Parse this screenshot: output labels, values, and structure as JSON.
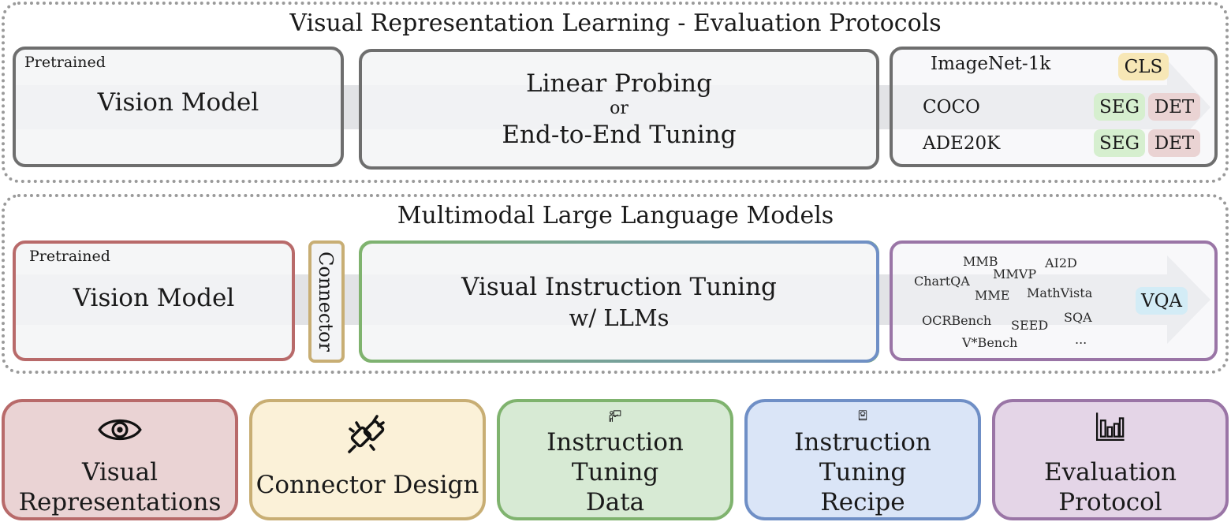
{
  "section1": {
    "title": "Visual Representation Learning - Evaluation Protocols",
    "pretrained": "Pretrained",
    "vision_model": "Vision Model",
    "probe": {
      "line1": "Linear Probing",
      "line2": "or",
      "line3": "End-to-End Tuning"
    },
    "datasets": [
      {
        "name": "ImageNet-1k",
        "tags": [
          "CLS"
        ]
      },
      {
        "name": "COCO",
        "tags": [
          "SEG",
          "DET"
        ]
      },
      {
        "name": "ADE20K",
        "tags": [
          "SEG",
          "DET"
        ]
      }
    ]
  },
  "section2": {
    "title": "Multimodal Large Language Models",
    "pretrained": "Pretrained",
    "vision_model": "Vision Model",
    "connector": "Connector",
    "tuning": {
      "line1": "Visual Instruction Tuning",
      "line2": "w/ LLMs"
    },
    "benchmarks": [
      "MMB",
      "AI2D",
      "ChartQA",
      "MMVP",
      "MME",
      "MathVista",
      "OCRBench",
      "SEED",
      "SQA",
      "V*Bench",
      "..."
    ],
    "vqa": "VQA"
  },
  "cards": [
    {
      "line1": "Visual",
      "line2": "Representations",
      "icon": "eye-icon"
    },
    {
      "line1": "Connector Design",
      "line2": "",
      "icon": "plug-icon"
    },
    {
      "line1": "Instruction Tuning",
      "line2": "Data",
      "icon": "teacher-icon"
    },
    {
      "line1": "Instruction Tuning",
      "line2": "Recipe",
      "icon": "recipe-book-icon"
    },
    {
      "line1": "Evaluation Protocol",
      "line2": "",
      "icon": "bar-chart-icon"
    }
  ],
  "colors": {
    "cls": "#f7e7b6",
    "seg": "#d6efcf",
    "det": "#ead3d3",
    "vqa": "#d3ecf6",
    "card_red_bg": "#ead3d4",
    "card_red_border": "#b86a6a",
    "card_yellow_bg": "#fbf1d8",
    "card_yellow_border": "#c8ae74",
    "card_green_bg": "#d7ead4",
    "card_green_border": "#7fb36e",
    "card_blue_bg": "#dae5f7",
    "card_blue_border": "#6f8fc6",
    "card_purple_bg": "#e4d5e7",
    "card_purple_border": "#9a75a6"
  }
}
